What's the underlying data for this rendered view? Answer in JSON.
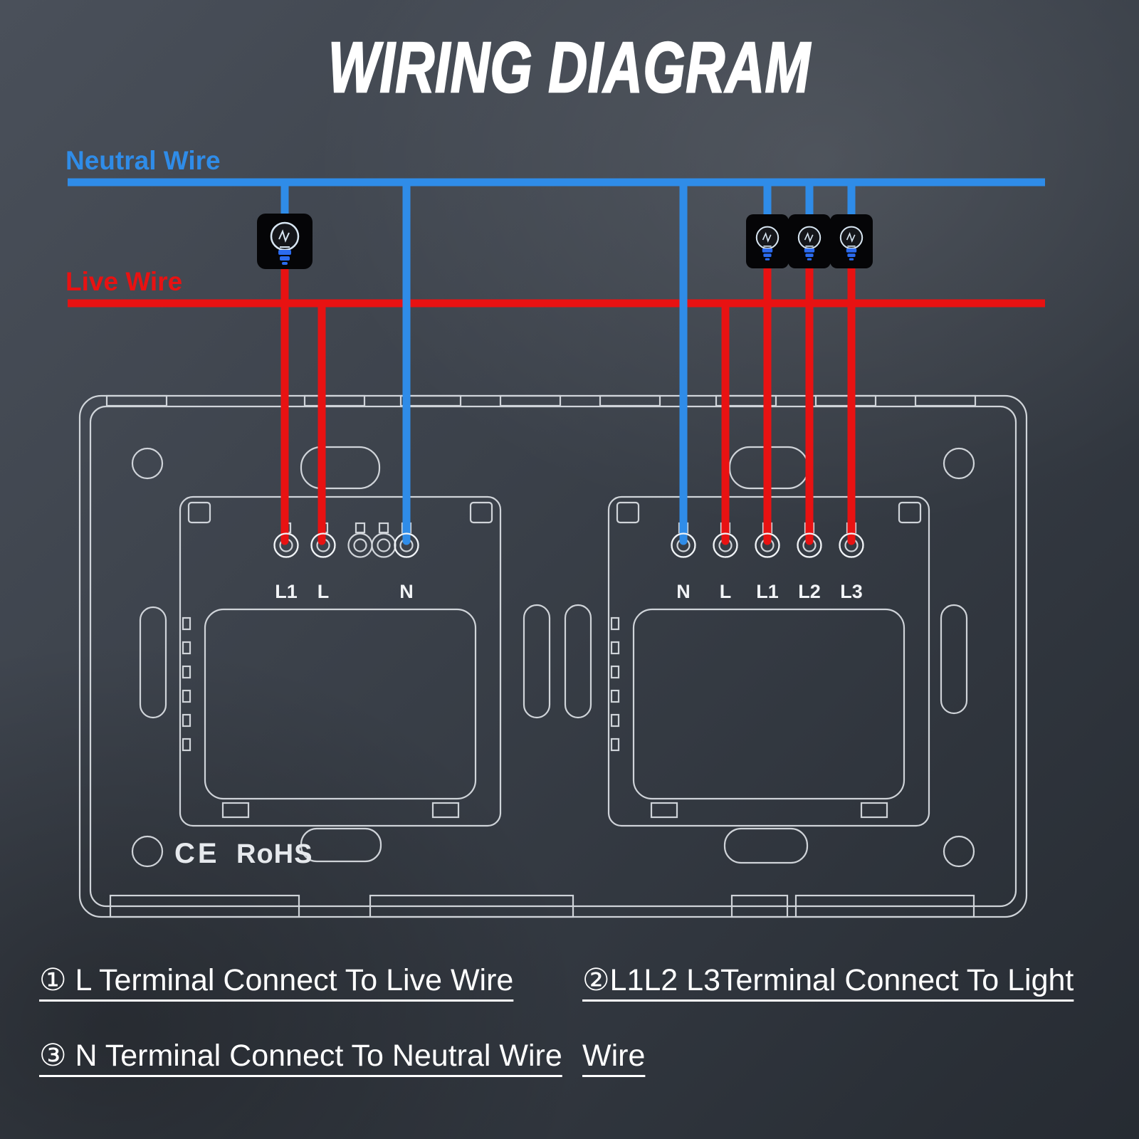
{
  "title": "WIRING DIAGRAM",
  "wires": {
    "neutral_label": "Neutral Wire",
    "live_label": "Live Wire",
    "neutral_color": "#2f8ce8",
    "live_color": "#e81212"
  },
  "left_switch": {
    "terminal_labels": [
      "L1",
      "L",
      "N"
    ]
  },
  "right_switch": {
    "terminal_labels": [
      "N",
      "L",
      "L1",
      "L2",
      "L3"
    ]
  },
  "plate": {
    "ce_mark": "CE",
    "rohs_mark": "RoHS"
  },
  "notes": {
    "note1": "① L Terminal Connect To Live Wire",
    "note2": "②L1L2 L3Terminal Connect To Light",
    "note2_cont": "Wire",
    "note3": "③ N Terminal Connect To Neutral Wire"
  }
}
